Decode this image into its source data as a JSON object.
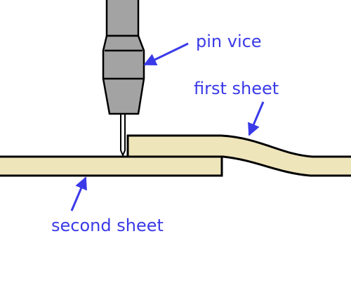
{
  "labels": {
    "pin_vice": "pin vice",
    "first_sheet": "first sheet",
    "second_sheet": "second sheet"
  },
  "colors": {
    "sheet_fill": "#efe5bb",
    "vice_grey": "#a3a3a3",
    "outline": "#000000",
    "label_blue": "#3a3ae8"
  }
}
